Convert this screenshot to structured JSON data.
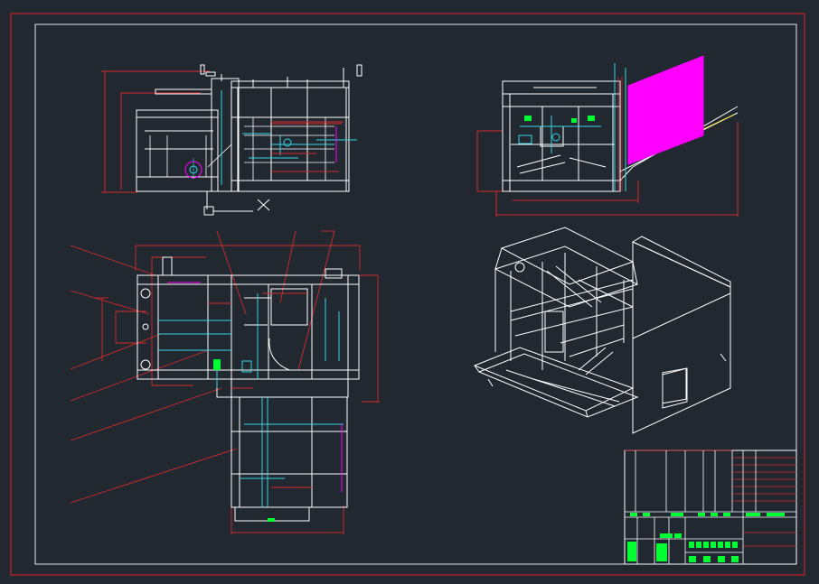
{
  "colors": {
    "background": "#212830",
    "outer_border": "#c8202a",
    "inner_border": "#e8e8e8",
    "line": "#ffffff",
    "dimension": "#d42a2a",
    "cyan": "#33d6e6",
    "magenta": "#ff00ff",
    "green": "#00ff33",
    "yellow": "#ffe640"
  },
  "title_block": {
    "text_fields_visible_as_text": false
  },
  "views": [
    {
      "name": "front-elevation",
      "kind": "orthographic"
    },
    {
      "name": "side-elevation",
      "kind": "orthographic"
    },
    {
      "name": "plan-view",
      "kind": "orthographic"
    },
    {
      "name": "isometric-view",
      "kind": "isometric"
    }
  ],
  "leader_count": 7
}
